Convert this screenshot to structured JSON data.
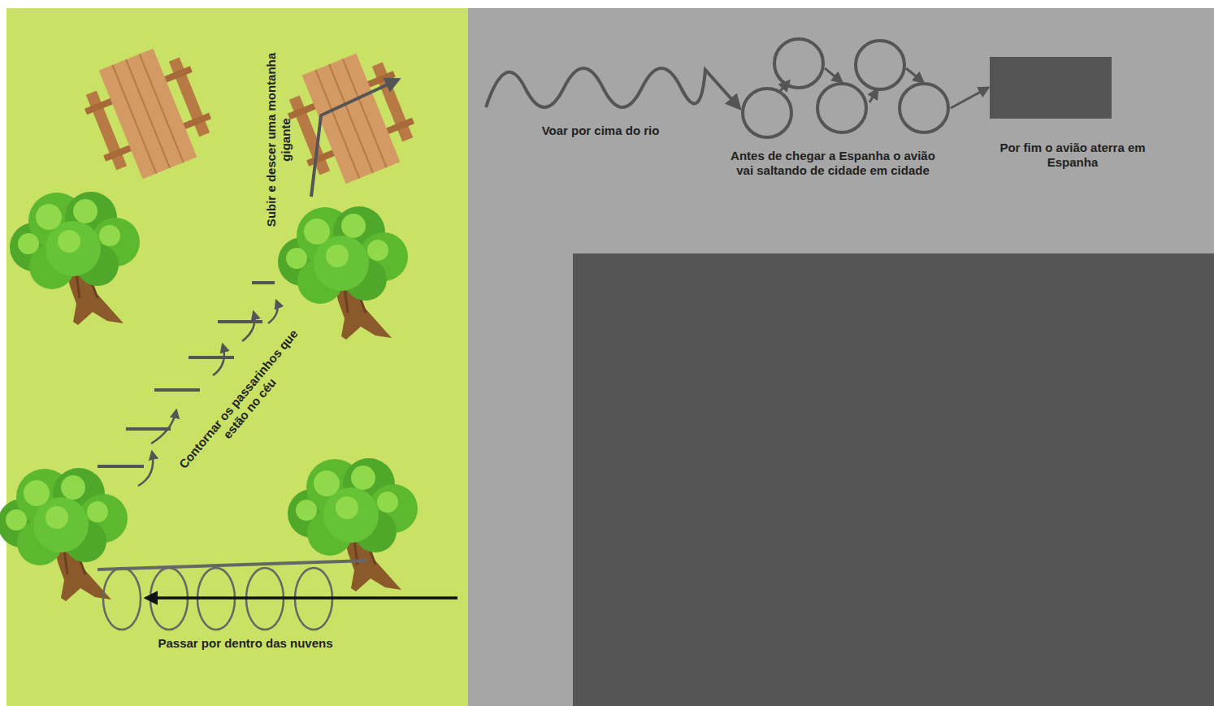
{
  "diagram": {
    "labels": [
      "Subir e descer uma montanha gigante",
      "Contornar os passarinhos que estão no céu",
      "Passar por dentro das nuvens",
      "Voar por cima do rio",
      "Antes de chegar a Espanha o avião vai saltando de cidade em cidade",
      "Por fim o avião aterra em Espanha"
    ]
  }
}
